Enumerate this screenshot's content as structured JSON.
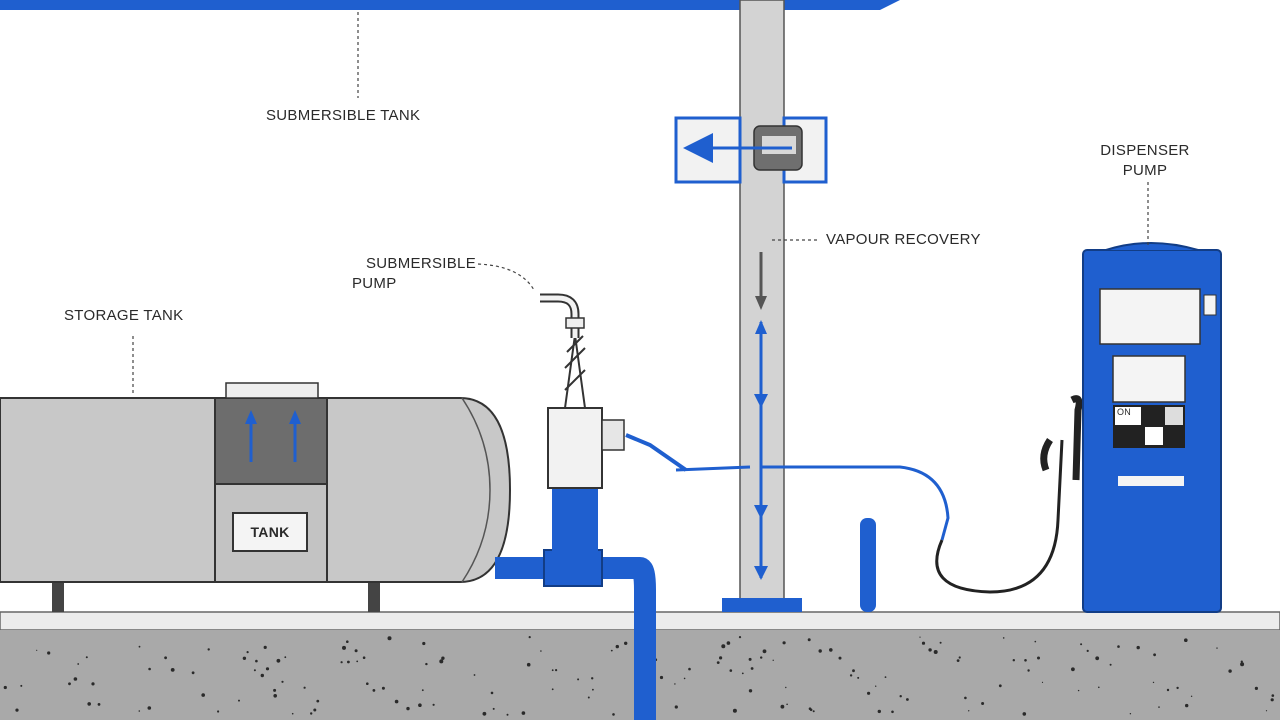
{
  "labels": {
    "submersible": "SUBMERSIBLE TANK",
    "vapour": "VAPOUR RECOVERY",
    "pump_line1": "SUBMERSIBLE",
    "pump_line2": "PUMP",
    "storage": "STORAGE TANK",
    "dispenser_line1": "DISPENSER",
    "dispenser_line2": "PUMP",
    "tank_badge": "TANK",
    "dispenser_tag": "ON"
  },
  "colors": {
    "accent": "#1f5fcf",
    "tank": "#c8c8c8",
    "ground": "#a9a9a9",
    "line": "#2b2b2b"
  }
}
